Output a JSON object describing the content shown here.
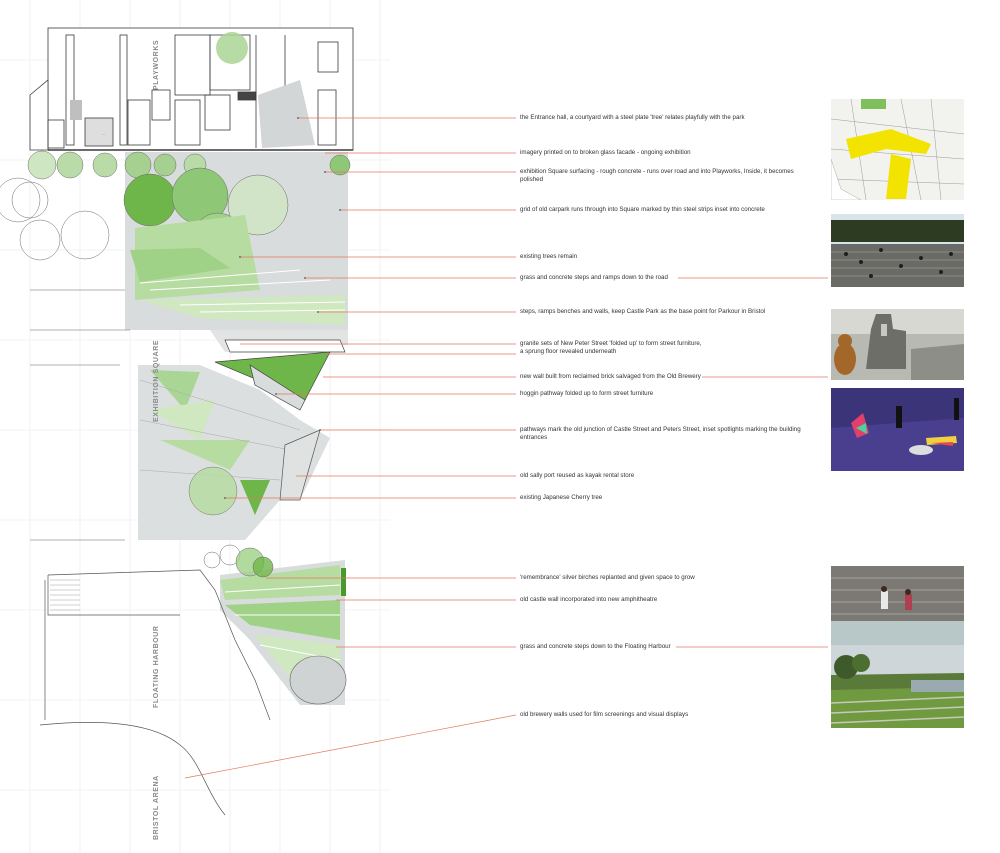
{
  "zone_labels": {
    "playworks": "PLAYWORKS",
    "exhibition_square": "EXHIBITION SQUARE",
    "floating_harbour": "FLOATING HARBOUR",
    "bristol_arena": "BRISTOL ARENA"
  },
  "annotations": [
    {
      "id": "a1",
      "lines": [
        "the Entrance hall, a courtyard with a steel plate 'tree' relates playfully with the park"
      ]
    },
    {
      "id": "a2",
      "lines": [
        "imagery printed on to broken glass facade - ongoing exhibition"
      ]
    },
    {
      "id": "a3",
      "lines": [
        "exhibition Square surfacing - rough concrete - runs over road and into Playworks, Inside, it becomes",
        "polished"
      ]
    },
    {
      "id": "a4",
      "lines": [
        "grid of old carpark runs through into Square marked by thin steel strips inset into concrete"
      ]
    },
    {
      "id": "a5",
      "lines": [
        "existing trees remain"
      ]
    },
    {
      "id": "a6",
      "lines": [
        "grass and concrete steps and ramps down to the road"
      ]
    },
    {
      "id": "a7",
      "lines": [
        "steps, ramps benches and walls, keep Castle Park as the base point for Parkour in Bristol"
      ]
    },
    {
      "id": "a8",
      "lines": [
        "granite sets of New Peter Street 'folded up' to form street furniture,",
        "a sprung floor revealed underneath"
      ]
    },
    {
      "id": "a9",
      "lines": [
        "new wall built from reclaimed brick salvaged from the Old Brewery"
      ]
    },
    {
      "id": "a10",
      "lines": [
        "hoggin pathway folded up to form street furniture"
      ]
    },
    {
      "id": "a11",
      "lines": [
        "pathways mark the old junction of Castle Street and Peters Street, inset spotlights marking the building",
        "entrances"
      ]
    },
    {
      "id": "a12",
      "lines": [
        "old sally port reused as kayak rental store"
      ]
    },
    {
      "id": "a13",
      "lines": [
        "existing Japanese Cherry tree"
      ]
    },
    {
      "id": "a14",
      "lines": [
        "'remembrance' silver birches replanted and given space to grow"
      ]
    },
    {
      "id": "a15",
      "lines": [
        "old castle wall incorporated into new amphitheatre"
      ]
    },
    {
      "id": "a16",
      "lines": [
        "grass and concrete steps down to the Floating Harbour"
      ]
    },
    {
      "id": "a17",
      "lines": [
        "old brewery walls used for film screenings and visual displays"
      ]
    }
  ],
  "colors": {
    "leader_line": "#e0785a",
    "green_dark": "#6fb64a",
    "green_mid": "#9fd186",
    "green_light": "#cfe8c0",
    "paving": "#d9dcdc",
    "plan_line": "#555555",
    "grid": "#e4e8ea"
  },
  "photos": [
    {
      "id": "p1",
      "subject": "map-with-yellow-highlight"
    },
    {
      "id": "p2",
      "subject": "crowd-on-steps"
    },
    {
      "id": "p3",
      "subject": "castle-ruin-with-bear"
    },
    {
      "id": "p4",
      "subject": "colored-light-pavement"
    },
    {
      "id": "p5",
      "subject": "people-sitting-on-steps"
    },
    {
      "id": "p6",
      "subject": "grass-steps-to-water"
    }
  ]
}
